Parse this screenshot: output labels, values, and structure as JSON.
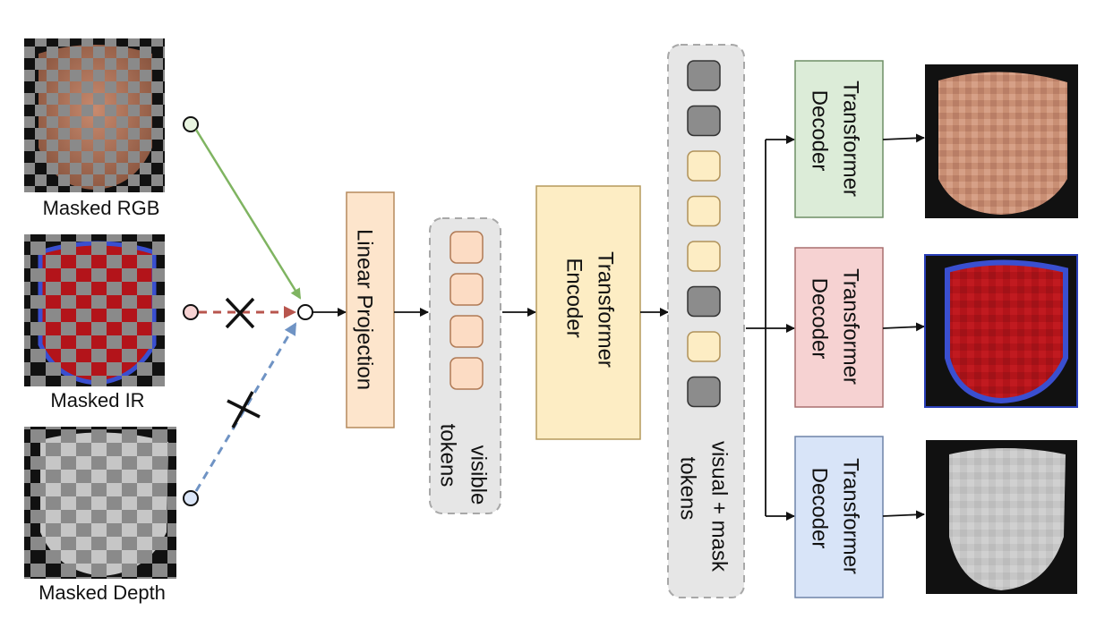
{
  "inputs": {
    "rgb_label": "Masked RGB",
    "ir_label": "Masked IR",
    "depth_label": "Masked Depth"
  },
  "linear_projection": {
    "label": "Linear Projection",
    "fill": "#fde5cc"
  },
  "visible_tokens": {
    "line1": "visible",
    "line2": "tokens",
    "token_fill": "#fcdcc4",
    "count": 4
  },
  "encoder": {
    "line1": "Transformer",
    "line2": "Encoder",
    "fill": "#fdedc4"
  },
  "mask_tokens": {
    "line1": "visual + mask",
    "line2": "tokens",
    "sequence": [
      "mask",
      "mask",
      "visible",
      "visible",
      "visible",
      "mask",
      "visible",
      "mask"
    ],
    "visible_fill": "#fdedc4",
    "mask_fill": "#8c8c8c"
  },
  "decoders": [
    {
      "line1": "Transformer",
      "line2": "Decoder",
      "fill": "#dcecd8"
    },
    {
      "line1": "Transformer",
      "line2": "Decoder",
      "fill": "#f6d2d2"
    },
    {
      "line1": "Transformer",
      "line2": "Decoder",
      "fill": "#d8e4f8"
    }
  ],
  "connector_colors": {
    "rgb": "#7fb461",
    "ir": "#b8554d",
    "depth": "#6f93c4"
  }
}
